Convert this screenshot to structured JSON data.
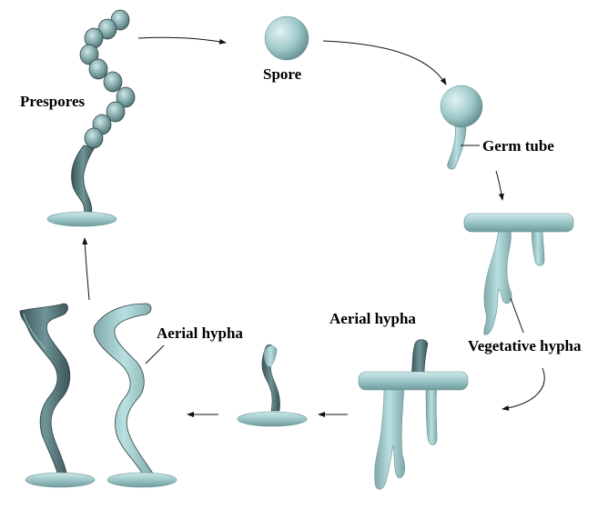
{
  "labels": {
    "spore": "Spore",
    "germ_tube": "Germ tube",
    "prespores": "Prespores",
    "vegetative_hypha": "Vegetative hypha",
    "aerial_hypha_1": "Aerial hypha",
    "aerial_hypha_2": "Aerial hypha"
  },
  "colors": {
    "light": "#b6dfe0",
    "mid": "#8fbcbf",
    "dark": "#4f6f72",
    "darkest": "#3b5356"
  }
}
